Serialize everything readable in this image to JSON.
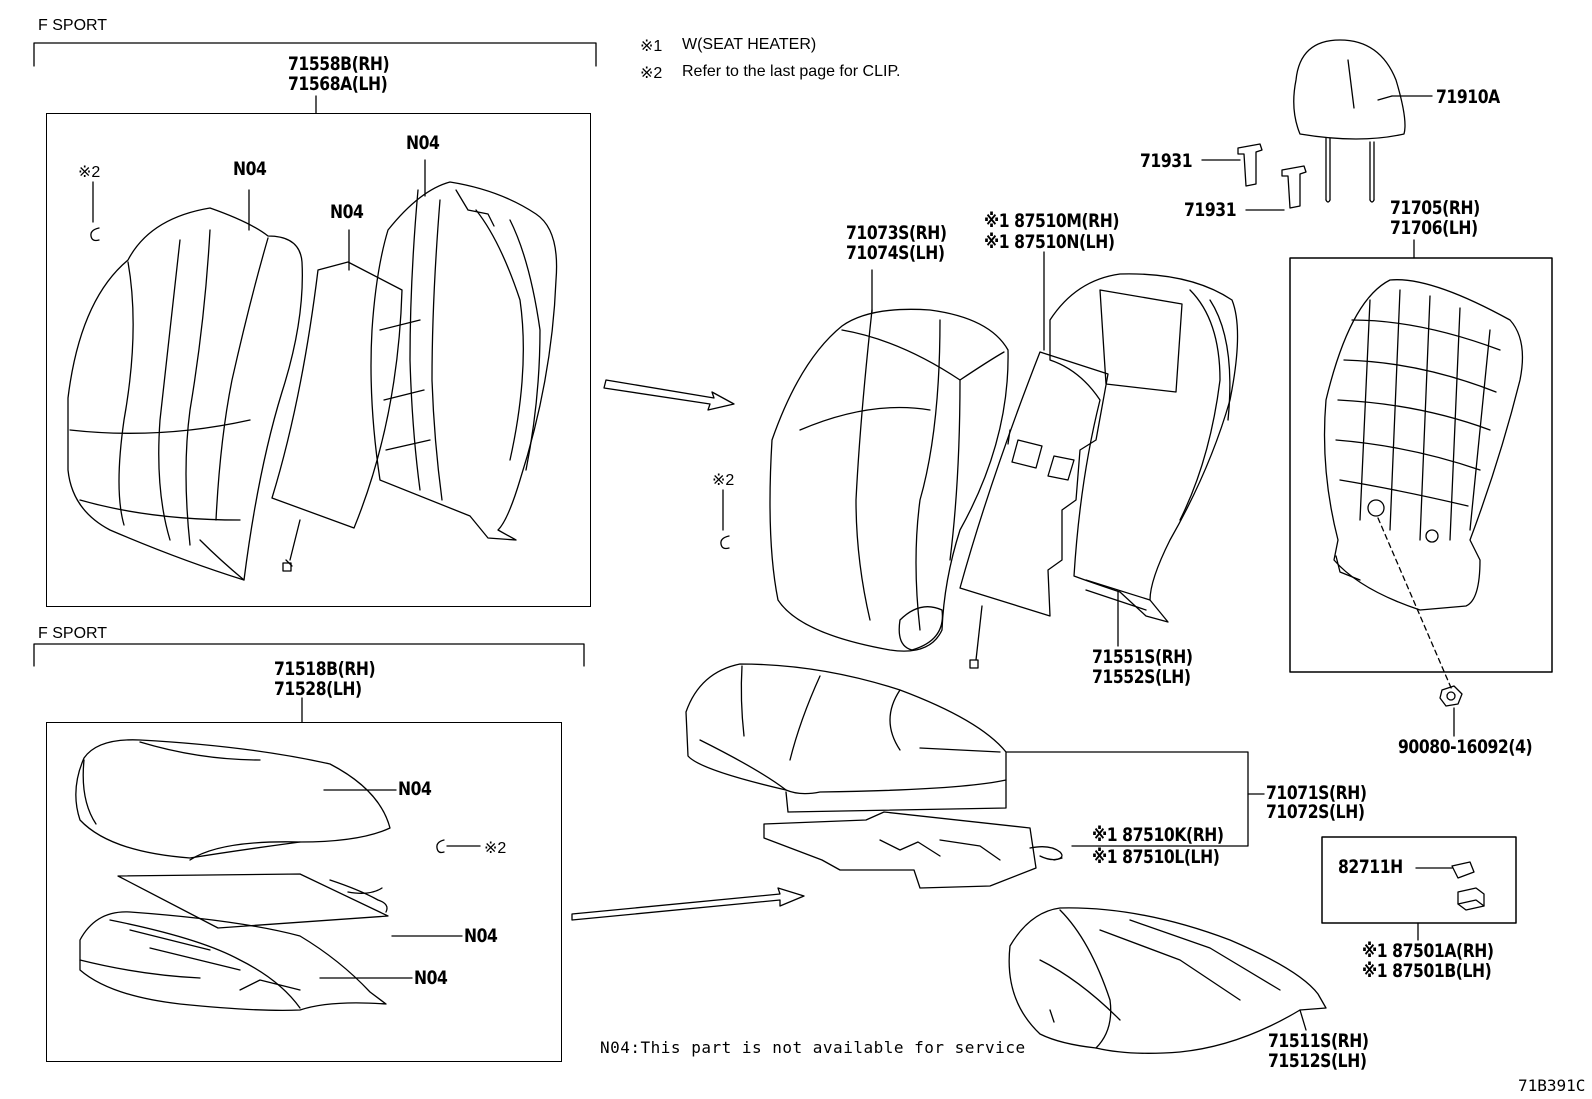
{
  "notes": {
    "note1_mark": "※1",
    "note1_text": "W(SEAT HEATER)",
    "note2_mark": "※2",
    "note2_text": "Refer to the last page for CLIP.",
    "service_note": "N04:This part is not available for service",
    "diagram_code": "71B391C"
  },
  "sections": {
    "upper_title": "F SPORT",
    "lower_title": "F SPORT"
  },
  "parts": {
    "back_cover_fsport": [
      "71558B(RH)",
      "71568A(LH)"
    ],
    "cushion_cover_fsport": [
      "71518B(RH)",
      "71528(LH)"
    ],
    "n04": "N04",
    "clip_ref": "※2",
    "back_cover": [
      "71073S(RH)",
      "71074S(LH)"
    ],
    "back_heater": [
      "※1 87510M(RH)",
      "※1 87510N(LH)"
    ],
    "back_pad": [
      "71551S(RH)",
      "71552S(LH)"
    ],
    "headrest": "71910A",
    "headrest_support": "71931",
    "back_frame": [
      "71705(RH)",
      "71706(LH)"
    ],
    "bolt": "90080-16092(4)",
    "cushion_cover": [
      "71071S(RH)",
      "71072S(LH)"
    ],
    "cushion_heater": [
      "※1 87510K(RH)",
      "※1 87510L(LH)"
    ],
    "connector": "82711H",
    "heater_element": [
      "※1 87501A(RH)",
      "※1 87501B(LH)"
    ],
    "cushion_pad": [
      "71511S(RH)",
      "71512S(LH)"
    ]
  }
}
